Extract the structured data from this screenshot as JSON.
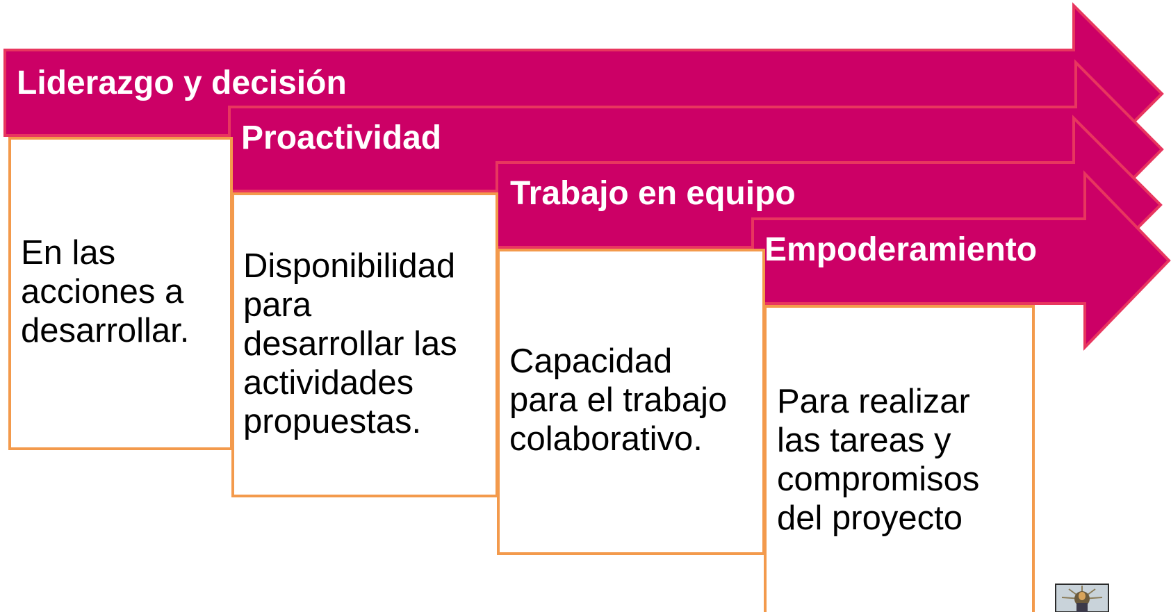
{
  "diagram": {
    "steps": [
      {
        "title": "Liderazgo y decisión",
        "lines": [
          "En las",
          "acciones a",
          "desarrollar."
        ]
      },
      {
        "title": "Proactividad",
        "lines": [
          "Disponibilidad",
          "para",
          "desarrollar las",
          "actividades",
          "propuestas."
        ]
      },
      {
        "title": "Trabajo en equipo",
        "lines": [
          "Capacidad",
          "para el trabajo",
          "colaborativo."
        ]
      },
      {
        "title": "Empoderamiento",
        "lines": [
          "Para realizar",
          "las tareas y",
          "compromisos",
          "del proyecto"
        ]
      }
    ]
  },
  "colors": {
    "arrow_fill": "#CC0066",
    "arrow_stroke": "#E8365F",
    "box_border": "#F39A4C",
    "text_dark": "#000000"
  },
  "logo": {
    "icon": "university-seal-icon"
  }
}
